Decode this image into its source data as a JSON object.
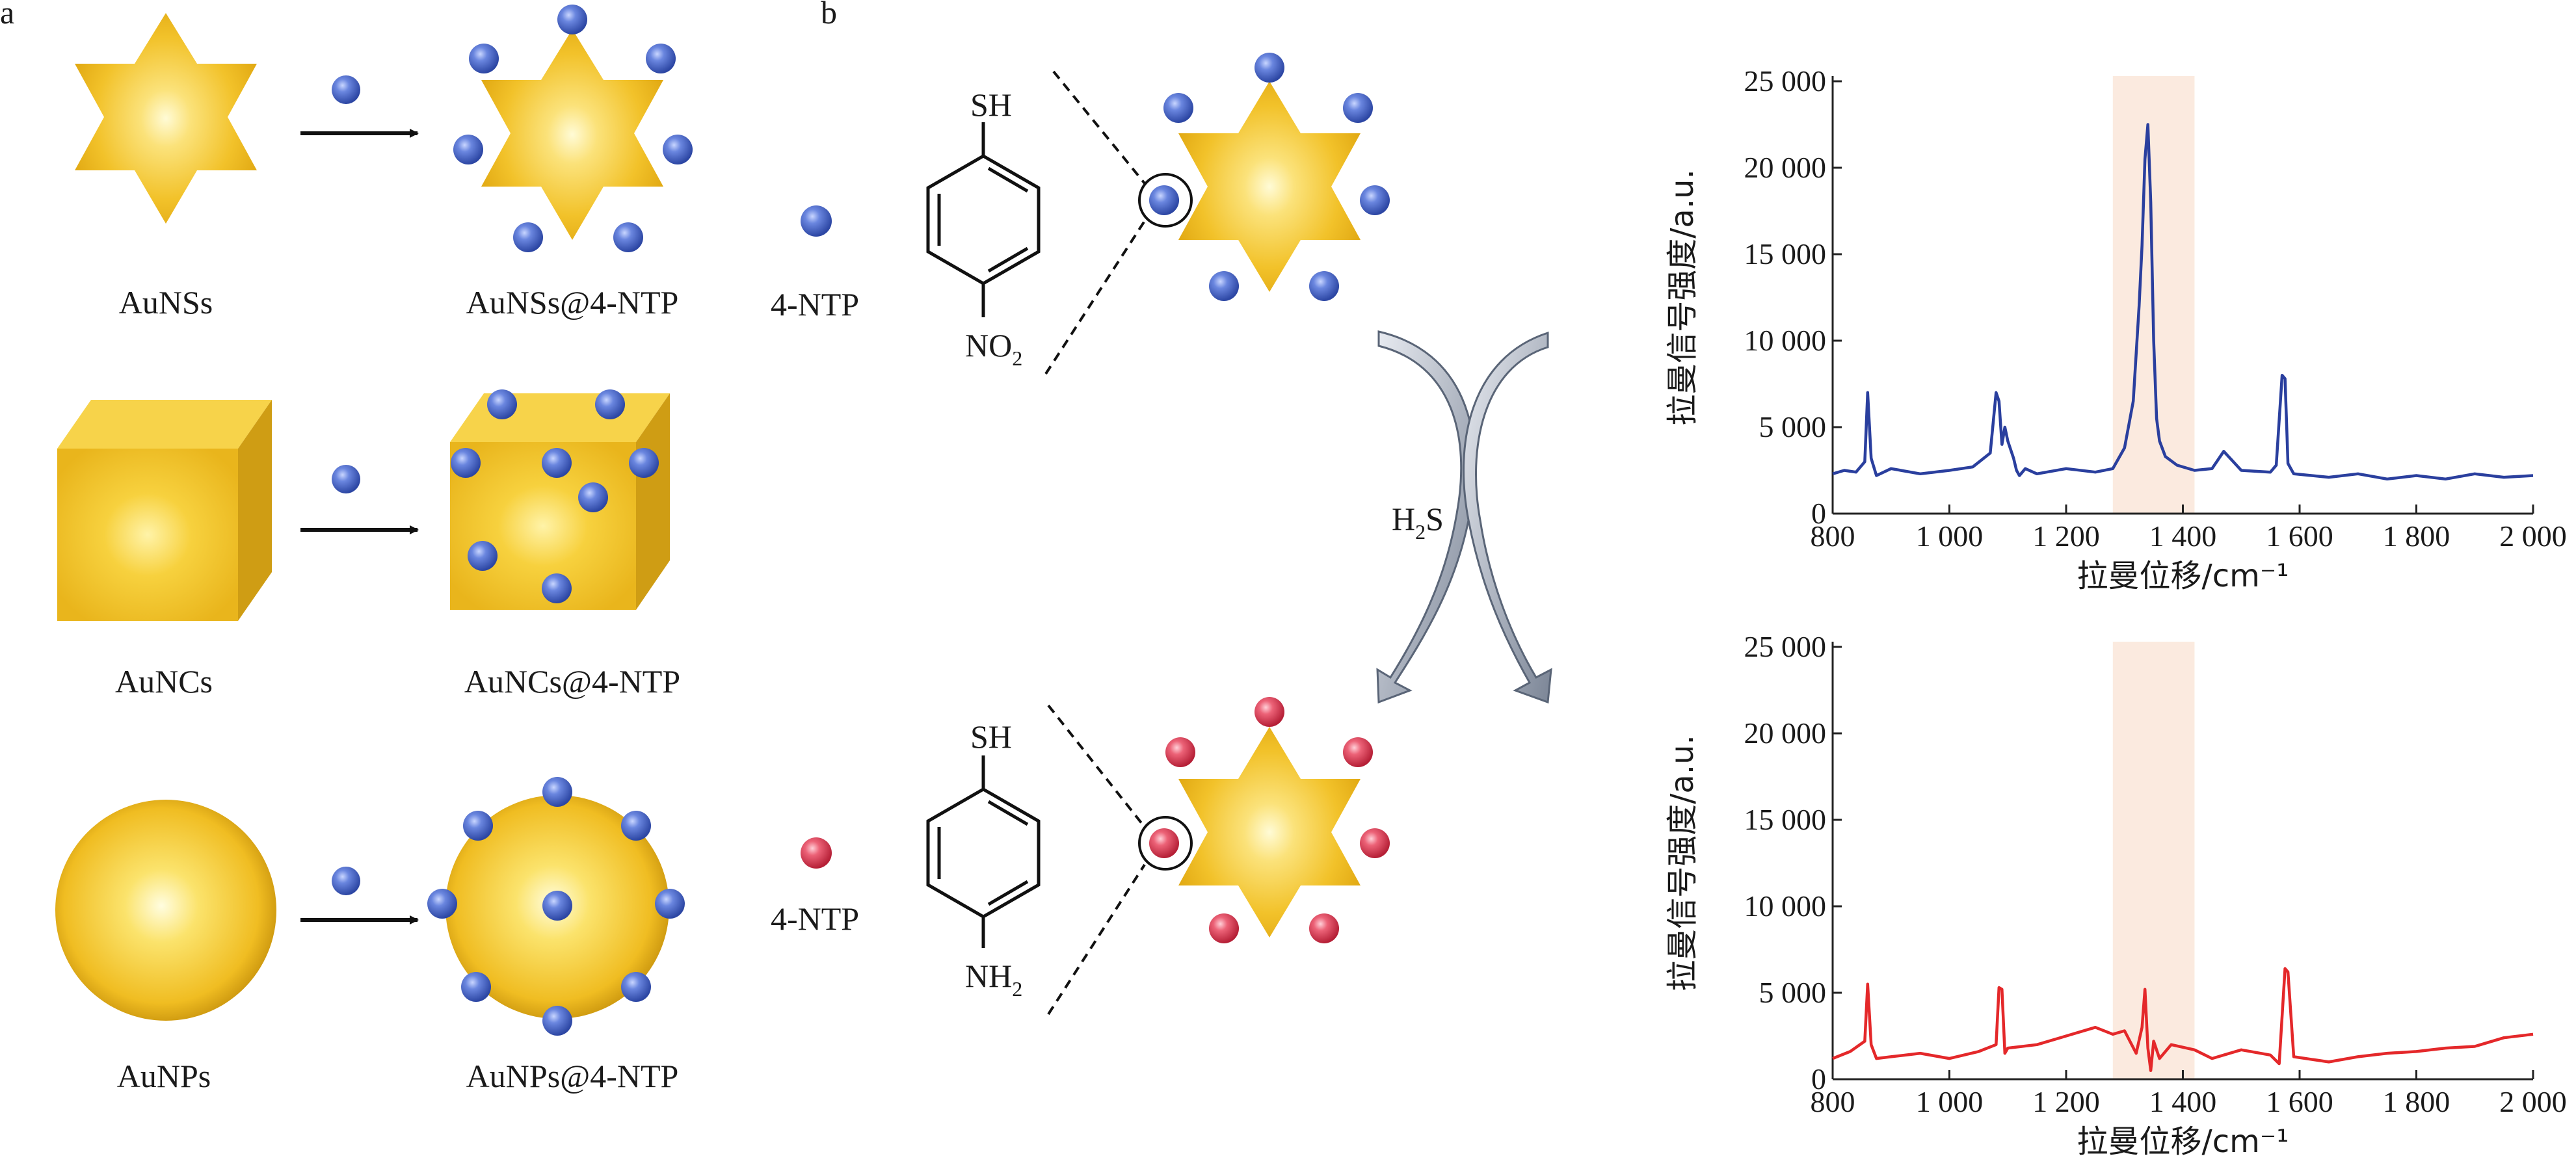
{
  "panels": {
    "a": "a",
    "b": "b"
  },
  "particles": {
    "stars": "AuNSs",
    "stars_functionalized": "AuNSs@4-NTP",
    "cubes": "AuNCs",
    "cubes_functionalized": "AuNCs@4-NTP",
    "spheres": "AuNPs",
    "spheres_functionalized": "AuNPs@4-NTP"
  },
  "probe": {
    "before_label": "4-NTP",
    "after_label": "4-NTP",
    "thiol_group": "SH",
    "nitro_group_main": "NO",
    "nitro_group_sub": "2",
    "amine_group_main": "NH",
    "amine_group_sub": "2",
    "reagent_main": "H",
    "reagent_sub": "2",
    "reagent_tail": "S"
  },
  "colors": {
    "gold_light": "#fff6b0",
    "gold": "#f2c22a",
    "gold_dark": "#c8950f",
    "probe_blue": "#3a57b8",
    "probe_red": "#d6304a",
    "spectrum_blue": "#2a3f9e",
    "spectrum_red": "#e4282a",
    "highlight_band": "#fbeadf"
  },
  "chart_data": [
    {
      "type": "line",
      "xlabel": "拉曼位移/cm⁻¹",
      "ylabel": "拉曼信号强度/a.u.",
      "xlim": [
        800,
        2000
      ],
      "ylim": [
        0,
        25000
      ],
      "xticks": [
        "800",
        "1 000",
        "1 200",
        "1 400",
        "1 600",
        "1 800",
        "2 000"
      ],
      "yticks": [
        "0",
        "5 000",
        "10 000",
        "15 000",
        "20 000",
        "25 000"
      ],
      "highlight_band": [
        1280,
        1420
      ],
      "series": [
        {
          "color": "#2a3f9e",
          "x": [
            800,
            820,
            840,
            855,
            860,
            866,
            875,
            900,
            950,
            1000,
            1040,
            1070,
            1080,
            1085,
            1090,
            1095,
            1100,
            1110,
            1115,
            1120,
            1130,
            1150,
            1200,
            1250,
            1280,
            1300,
            1315,
            1325,
            1330,
            1335,
            1340,
            1345,
            1350,
            1355,
            1360,
            1370,
            1390,
            1420,
            1450,
            1470,
            1500,
            1550,
            1560,
            1570,
            1575,
            1580,
            1590,
            1650,
            1700,
            1750,
            1800,
            1850,
            1900,
            1950,
            2000
          ],
          "y": [
            2300,
            2500,
            2400,
            3000,
            7000,
            3200,
            2200,
            2600,
            2300,
            2500,
            2700,
            3500,
            7000,
            6500,
            4000,
            5000,
            4200,
            3200,
            2500,
            2200,
            2600,
            2300,
            2600,
            2400,
            2600,
            3800,
            6500,
            12000,
            15500,
            20500,
            22500,
            18000,
            10000,
            5500,
            4200,
            3300,
            2800,
            2500,
            2600,
            3600,
            2500,
            2400,
            2800,
            8000,
            7800,
            2900,
            2300,
            2100,
            2300,
            2000,
            2200,
            2000,
            2300,
            2100,
            2200
          ]
        },
        {
          "color": "#e4282a",
          "x": [
            800,
            830,
            855,
            860,
            866,
            875,
            900,
            950,
            1000,
            1050,
            1080,
            1085,
            1090,
            1095,
            1100,
            1150,
            1200,
            1250,
            1280,
            1300,
            1320,
            1330,
            1335,
            1340,
            1345,
            1350,
            1360,
            1380,
            1420,
            1450,
            1500,
            1550,
            1565,
            1575,
            1580,
            1590,
            1650,
            1700,
            1750,
            1800,
            1850,
            1900,
            1950,
            2000
          ],
          "y": [
            1200,
            1600,
            2200,
            5500,
            2000,
            1200,
            1300,
            1500,
            1200,
            1600,
            2000,
            5300,
            5200,
            1500,
            1800,
            2000,
            2500,
            3000,
            2600,
            2800,
            1500,
            3000,
            5200,
            1800,
            500,
            2200,
            1200,
            2000,
            1700,
            1200,
            1700,
            1400,
            900,
            6400,
            6200,
            1300,
            1000,
            1300,
            1500,
            1600,
            1800,
            1900,
            2400,
            2600
          ]
        }
      ]
    }
  ]
}
